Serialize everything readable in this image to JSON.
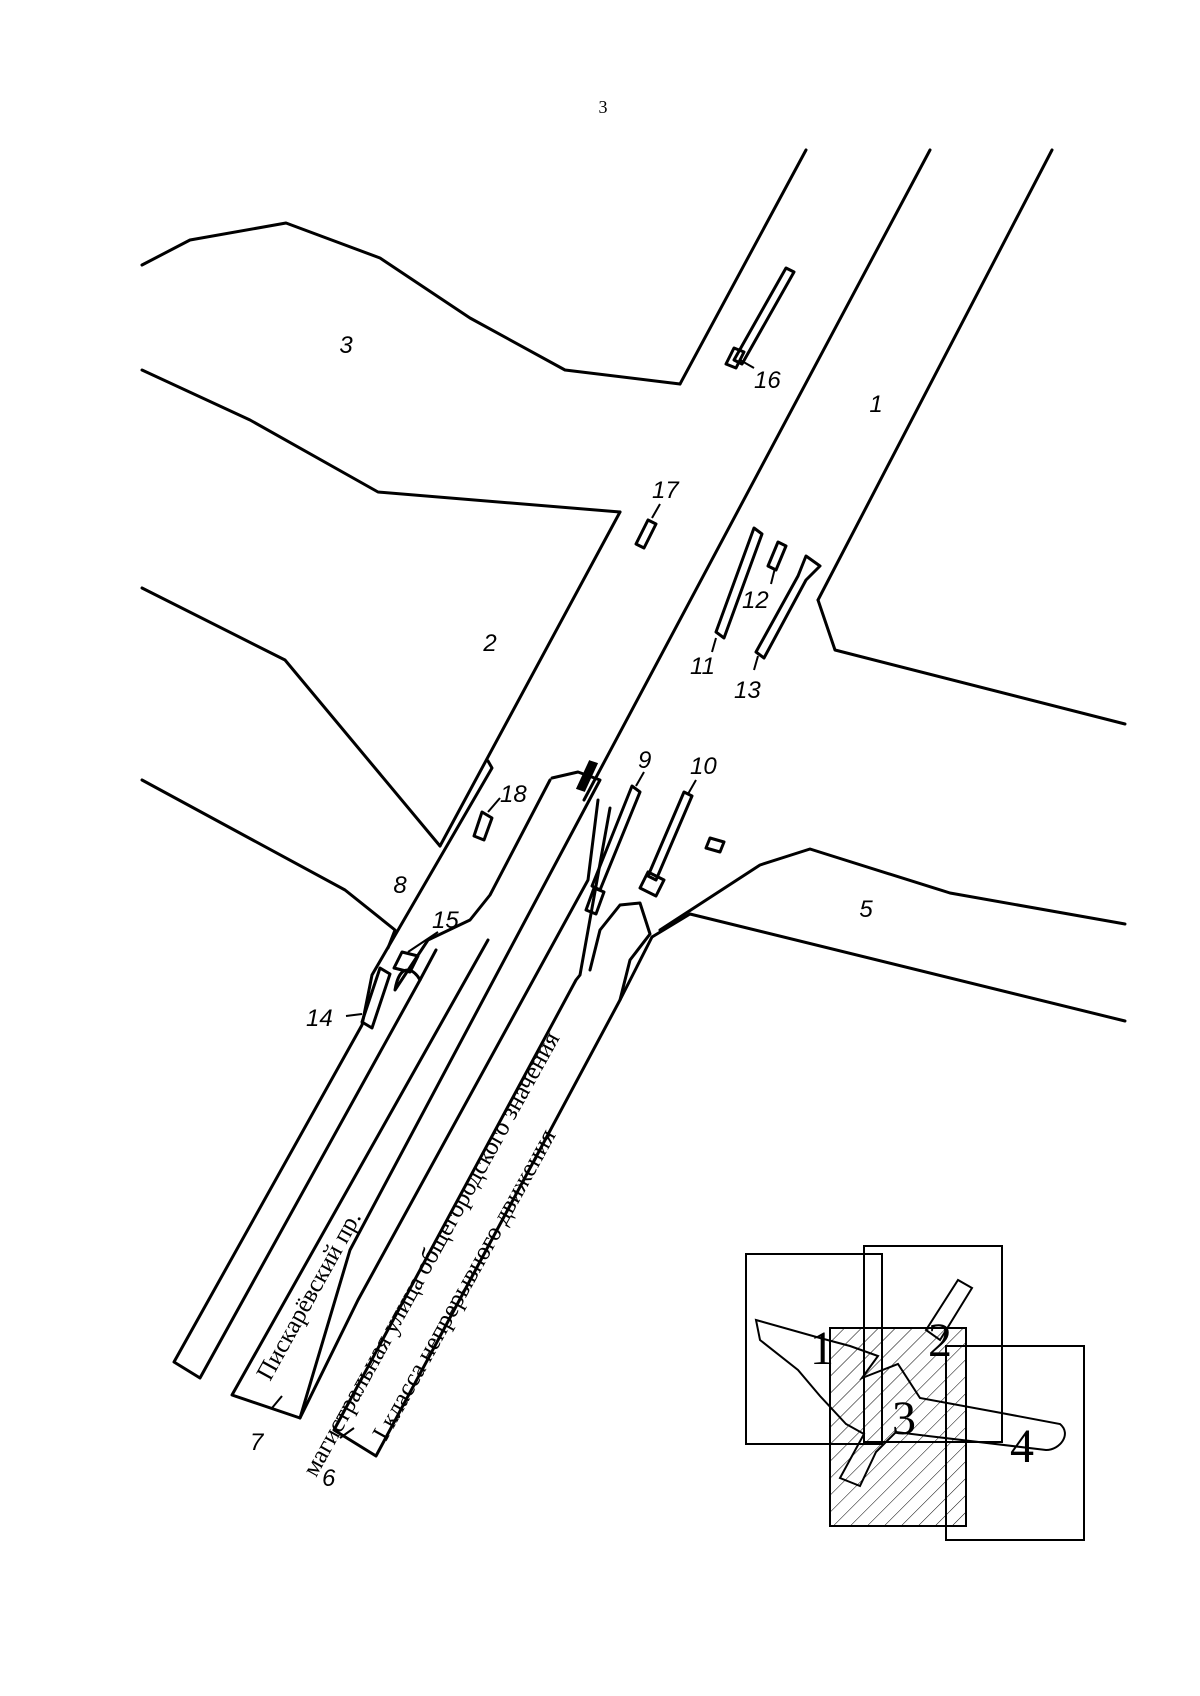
{
  "page_number": "3",
  "zones": {
    "z1": "1",
    "z2": "2",
    "z3": "3",
    "z5": "5",
    "z8": "8"
  },
  "callouts": {
    "c6": "6",
    "c7": "7",
    "c9": "9",
    "c10": "10",
    "c11": "11",
    "c12": "12",
    "c13": "13",
    "c14": "14",
    "c15": "15",
    "c16": "16",
    "c17": "17",
    "c18": "18"
  },
  "street_labels": {
    "piskarevsky": "Пискарёвский пр.",
    "magistral": "магистральная улица общегородского значения",
    "class": "I класса непрерывного движения"
  },
  "inset": {
    "sheets": [
      "1",
      "2",
      "3",
      "4"
    ]
  }
}
